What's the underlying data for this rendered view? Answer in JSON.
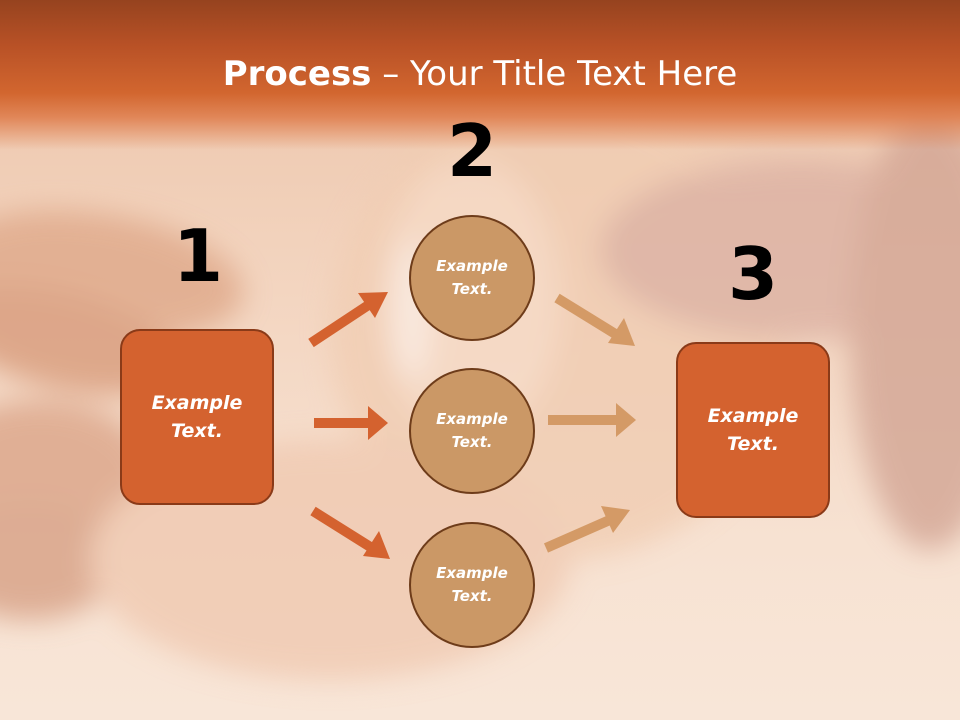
{
  "slide": {
    "title_bold": "Process",
    "title_rest": " – Your Title Text Here",
    "steps": [
      {
        "number": "1",
        "text": "Example Text."
      },
      {
        "number": "2",
        "text": "Example Text."
      },
      {
        "number": "3",
        "text": "Example Text."
      }
    ],
    "middle_circles": [
      {
        "text": "Example Text."
      },
      {
        "text": "Example Text."
      },
      {
        "text": "Example Text."
      }
    ]
  },
  "colors": {
    "header": "#c85a2a",
    "box_fill": "#d4622f",
    "circle_fill": "#cb9866",
    "left_arrow": "#d4622f",
    "right_arrow": "#d49a66"
  }
}
